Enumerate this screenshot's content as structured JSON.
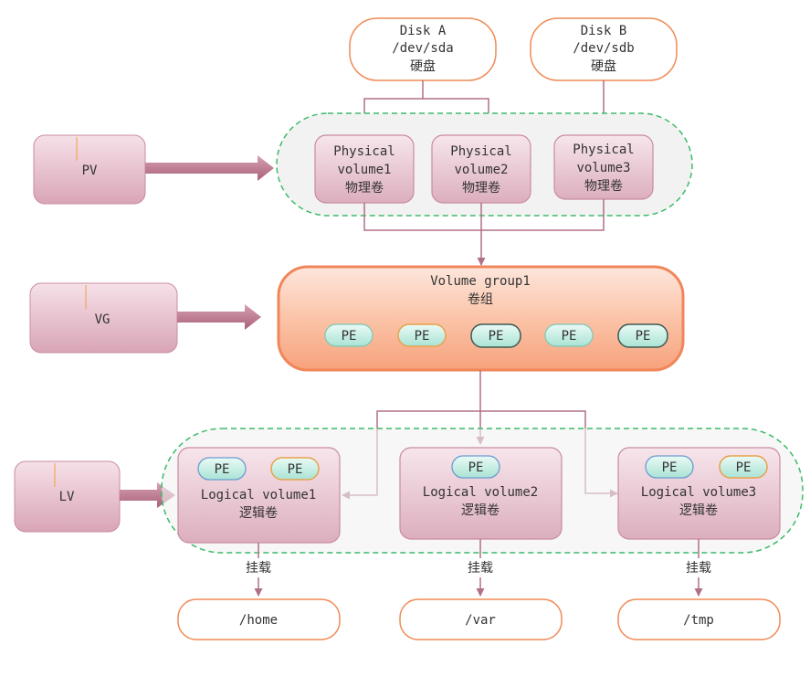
{
  "disks": [
    {
      "name": "Disk A",
      "path": "/dev/sda",
      "cn": "硬盘"
    },
    {
      "name": "Disk B",
      "path": "/dev/sdb",
      "cn": "硬盘"
    }
  ],
  "side_labels": {
    "pv": "PV",
    "vg": "VG",
    "lv": "LV"
  },
  "physical_volumes": [
    {
      "line1": "Physical",
      "line2": "volume1",
      "cn": "物理卷"
    },
    {
      "line1": "Physical",
      "line2": "volume2",
      "cn": "物理卷"
    },
    {
      "line1": "Physical",
      "line2": "volume3",
      "cn": "物理卷"
    }
  ],
  "volume_group": {
    "title": "Volume group1",
    "cn": "卷组",
    "pe_label": "PE",
    "pe_count": 5
  },
  "logical_volumes": [
    {
      "name": "Logical volume1",
      "cn": "逻辑卷",
      "pe": [
        "PE",
        "PE"
      ]
    },
    {
      "name": "Logical volume2",
      "cn": "逻辑卷",
      "pe": [
        "PE"
      ]
    },
    {
      "name": "Logical volume3",
      "cn": "逻辑卷",
      "pe": [
        "PE",
        "PE"
      ]
    }
  ],
  "mount_label": "挂载",
  "mount_points": [
    "/home",
    "/var",
    "/tmp"
  ],
  "colors": {
    "disk_border": "#f08a55",
    "box_fill": "#ebc8d3",
    "box_border": "#c98ca0",
    "arrow": "#b07085",
    "dashed": "#3cbb6a",
    "vg_fill": "#fbb493",
    "vg_border": "#f0865a",
    "pe_fill": "#c9f0e6",
    "mount_border": "#f08a55"
  }
}
